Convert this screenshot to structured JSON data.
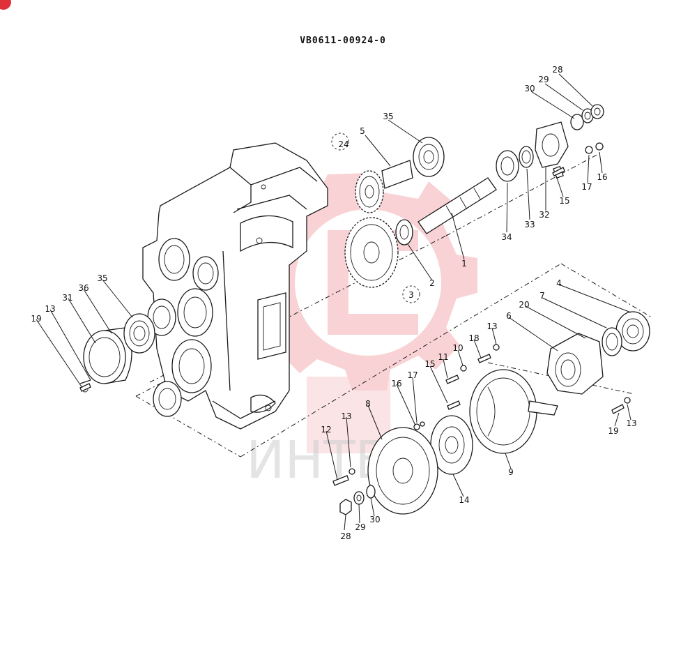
{
  "title": "VB0611-00924-0",
  "watermark": "ИНТЕХ",
  "colors": {
    "ink": "#1a1a1a",
    "watermark_red": "#f3a6ad",
    "watermark_gray": "#cfcfcf",
    "badge": "#e0303a"
  },
  "labels": {
    "l1": "1",
    "l2": "2",
    "l3": "3",
    "l4": "4",
    "l5": "5",
    "l6": "6",
    "l7": "7",
    "l8": "8",
    "l9": "9",
    "l10": "10",
    "l11": "11",
    "l12": "12",
    "l13a": "13",
    "l13b": "13",
    "l13c": "13",
    "l13d": "13",
    "l14": "14",
    "l15a": "15",
    "l15b": "15",
    "l16a": "16",
    "l16b": "16",
    "l17a": "17",
    "l17b": "17",
    "l18": "18",
    "l19a": "19",
    "l19b": "19",
    "l20": "20",
    "l24": "24",
    "l28a": "28",
    "l28b": "28",
    "l29a": "29",
    "l29b": "29",
    "l30a": "30",
    "l30b": "30",
    "l31": "31",
    "l32": "32",
    "l33": "33",
    "l34": "34",
    "l35a": "35",
    "l35b": "35",
    "l36": "36"
  }
}
